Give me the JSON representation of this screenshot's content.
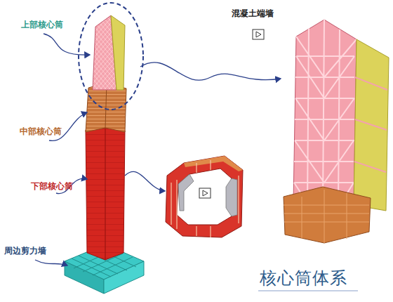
{
  "diagram": {
    "caption": "核心筒体系",
    "labels": [
      "上部核心筒",
      "混凝土端墙",
      "中部核心筒",
      "下部核心筒",
      "周边剪力墙"
    ]
  }
}
